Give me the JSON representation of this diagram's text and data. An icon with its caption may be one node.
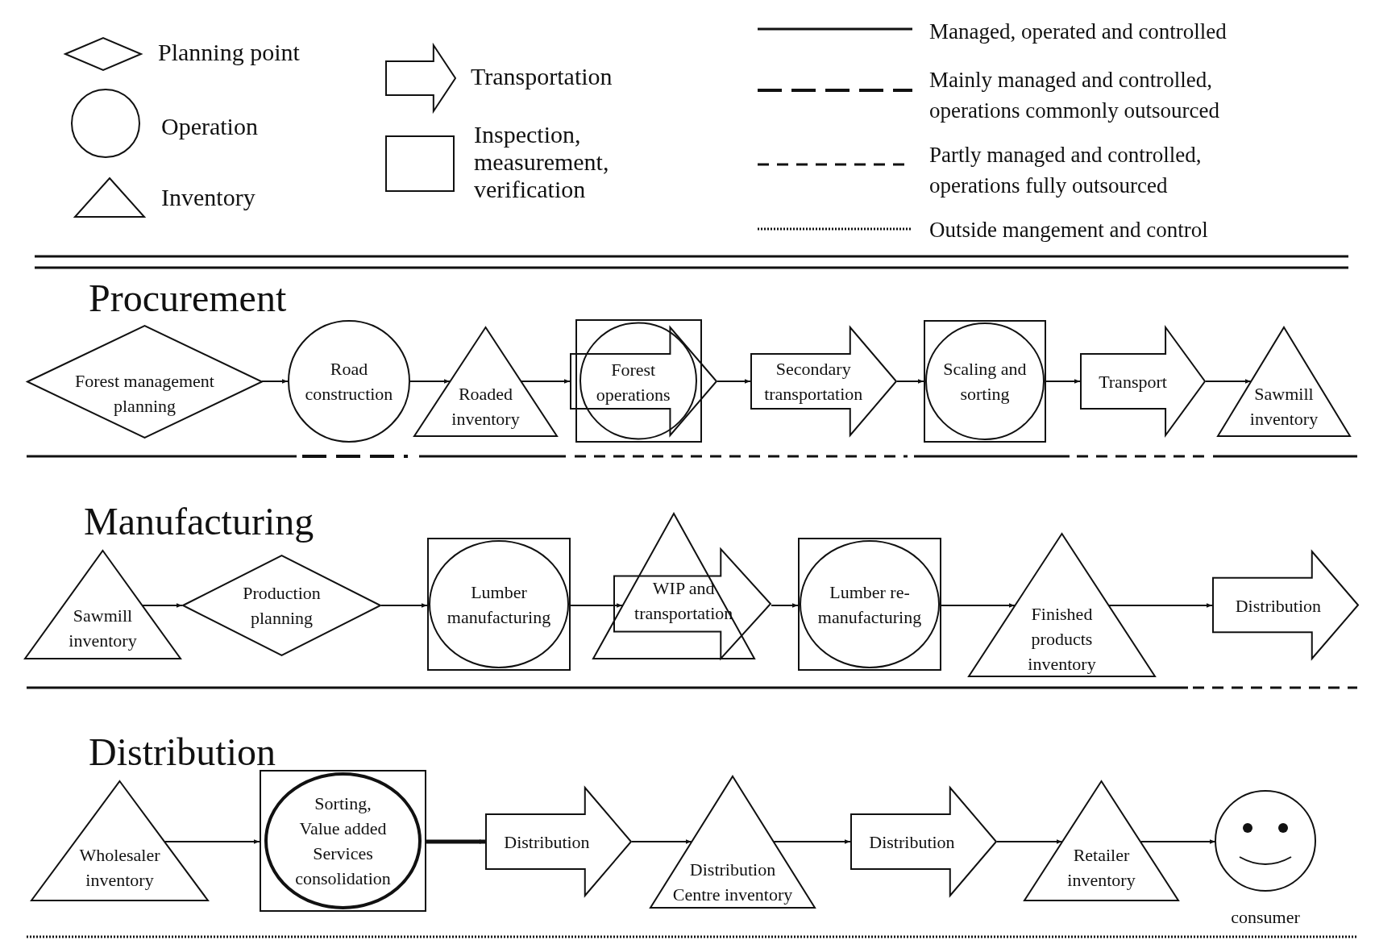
{
  "diagram": {
    "nodes": [
      {
        "text": [
          "Forest management planning"
        ]
      },
      {
        "text": [
          "Road construction"
        ]
      },
      {
        "text": [
          "Roaded inventory"
        ]
      },
      {
        "text": [
          "Forest operations"
        ]
      },
      {
        "text": [
          "Secondary transportation"
        ]
      },
      {
        "text": [
          "Scaling and sorting"
        ]
      },
      {
        "text": [
          "Transport"
        ]
      },
      {
        "text": [
          "Sawmill inventory"
        ]
      },
      {
        "text": [
          "Sawmill inventory"
        ]
      },
      {
        "text": [
          "Production planning"
        ]
      },
      {
        "text": [
          "Lumber manufacturing"
        ]
      },
      {
        "text": [
          "WIP and transportation"
        ]
      },
      {
        "text": [
          "Lumber re-manufacturing"
        ]
      },
      {
        "text": [
          "Finished products inventory"
        ]
      },
      {
        "text": [
          "Distribution"
        ]
      },
      {
        "text": [
          "Wholesaler inventory"
        ]
      },
      {
        "text": [
          "Sorting, Value added Services consolidation"
        ]
      },
      {
        "text": [
          "Distribution"
        ]
      },
      {
        "text": [
          "Distribution Centre inventory"
        ]
      },
      {
        "text": [
          "Distribution"
        ]
      },
      {
        "text": [
          "Retailer inventory"
        ]
      },
      {
        "text": [
          "consumer"
        ]
      }
    ],
    "edges": [
      {
        "from": 0,
        "to": 1,
        "arrow": "to"
      },
      {
        "from": 1,
        "to": 2,
        "arrow": "to"
      },
      {
        "from": 2,
        "to": 3,
        "arrow": "to"
      },
      {
        "from": 3,
        "to": 4,
        "arrow": "to"
      },
      {
        "from": 4,
        "to": 5,
        "arrow": "to"
      },
      {
        "from": 5,
        "to": 6,
        "arrow": "to"
      },
      {
        "from": 6,
        "to": 7,
        "arrow": "to"
      },
      {
        "from": 8,
        "to": 9,
        "arrow": "to"
      },
      {
        "from": 9,
        "to": 10,
        "arrow": "to"
      },
      {
        "from": 10,
        "to": 11,
        "arrow": "to"
      },
      {
        "from": 11,
        "to": 12,
        "arrow": "to"
      },
      {
        "from": 12,
        "to": 13,
        "arrow": "to"
      },
      {
        "from": 13,
        "to": 14,
        "arrow": "to"
      },
      {
        "from": 15,
        "to": 16,
        "arrow": "to"
      },
      {
        "from": 16,
        "to": 17,
        "arrow": "to",
        "style": "thick"
      },
      {
        "from": 17,
        "to": 18,
        "arrow": "to"
      },
      {
        "from": 18,
        "to": 19,
        "arrow": "to"
      },
      {
        "from": 19,
        "to": 20,
        "arrow": "to"
      },
      {
        "from": 20,
        "to": 21,
        "arrow": "to"
      }
    ],
    "labels": [
      "Procurement",
      "Manufacturing",
      "Distribution"
    ],
    "legend": [
      {
        "text": "Planning point"
      },
      {
        "text": "Operation"
      },
      {
        "text": "Inventory"
      },
      {
        "text": "Transportation"
      },
      {
        "text": "Inspection, measurement, verification"
      },
      {
        "text": "Managed, operated and controlled"
      },
      {
        "text": "Mainly managed and controlled, operations commonly outsourced"
      },
      {
        "text": "Partly managed and controlled, operations fully outsourced"
      },
      {
        "text": "Outside mangement and control"
      }
    ]
  }
}
